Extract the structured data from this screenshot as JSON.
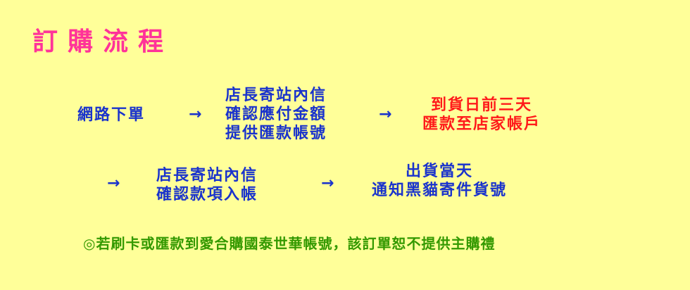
{
  "title": "訂購流程",
  "flow": {
    "step1": {
      "lines": [
        "網路下單"
      ]
    },
    "step2": {
      "lines": [
        "店長寄站內信",
        "確認應付金額",
        "提供匯款帳號"
      ]
    },
    "step3": {
      "lines": [
        "到貨日前三天",
        "匯款至店家帳戶"
      ]
    },
    "step4": {
      "lines": [
        "店長寄站內信",
        "確認款項入帳"
      ]
    },
    "step5": {
      "lines": [
        "出貨當天",
        "通知黑貓寄件貨號"
      ]
    },
    "arrow_glyph": "→"
  },
  "note": "◎若刷卡或匯款到愛合購國泰世華帳號，該訂單恕不提供主購禮",
  "colors": {
    "background": "#ffff99",
    "title": "#ff3399",
    "step_text": "#1a33cc",
    "highlight": "#ff1a1a",
    "note": "#339900"
  }
}
